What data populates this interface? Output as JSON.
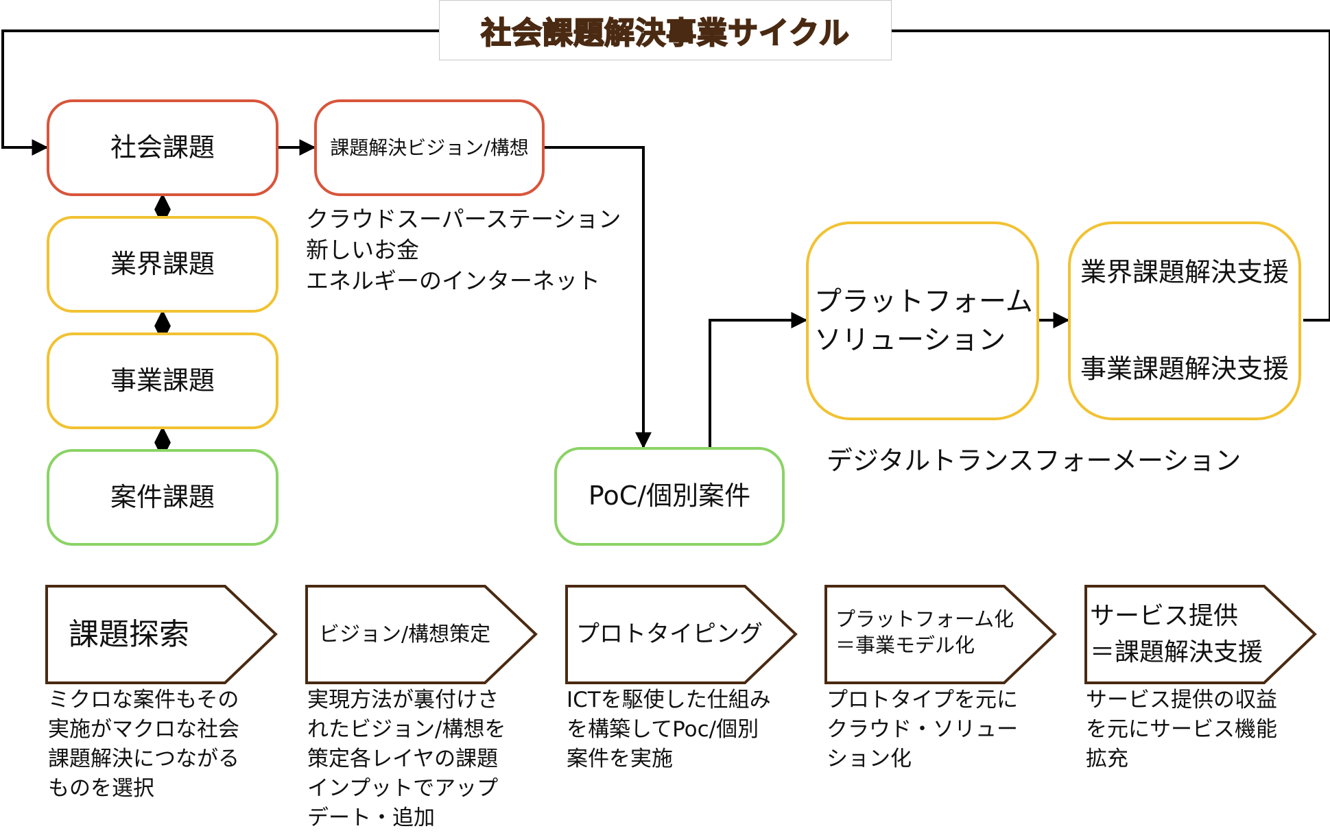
{
  "title": "社会課題解決事業サイクル",
  "issues": {
    "social": "社会課題",
    "industry": "業界課題",
    "business": "事業課題",
    "case": "案件課題"
  },
  "vision_box": "課題解決ビジョン/構想",
  "vision_examples": "クラウドスーパーステーション\n新しいお金\nエネルギーのインターネット",
  "poc_box": "PoC/個別案件",
  "platform_box": "プラットフォーム\nソリューション",
  "support_box": {
    "industry": "業界課題解決支援",
    "business": "事業課題解決支援"
  },
  "dx_label": "デジタルトランスフォーメーション",
  "phases": [
    {
      "label": "課題探索",
      "desc": "ミクロな案件もその\n実施がマクロな社会\n課題解決につながる\nものを選択"
    },
    {
      "label": "ビジョン/構想策定",
      "desc": "実現方法が裏付けさ\nれたビジョン/構想を\n策定各レイヤの課題\nインプットでアップ\nデート・追加"
    },
    {
      "label": "プロトタイピング",
      "desc": "ICTを駆使した仕組み\nを構築してPoc/個別\n案件を実施"
    },
    {
      "label": "プラットフォーム化\n＝事業モデル化",
      "desc": "プロトタイプを元に\nクラウド・ソリュー\nション化"
    },
    {
      "label": "サービス提供\n＝課題解決支援",
      "desc": "サービス提供の収益\nを元にサービス機能\n拡充"
    }
  ],
  "colors": {
    "red": "#d8553b",
    "yellow": "#f1c232",
    "green": "#8bd366",
    "brown": "#4a2a12",
    "arrow": "#000000"
  }
}
